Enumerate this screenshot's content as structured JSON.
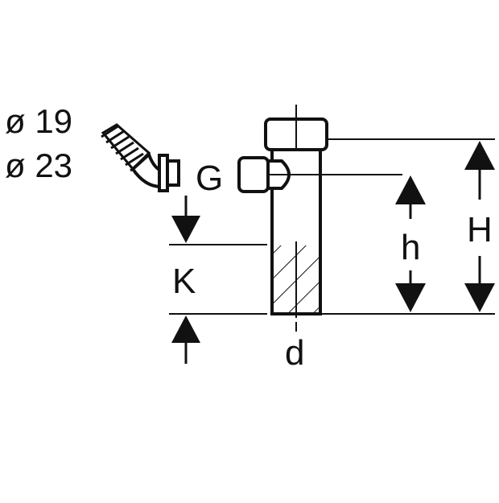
{
  "labels": {
    "dia_small": "ø 19",
    "dia_large": "ø 23",
    "thread": "G",
    "height_small": "h",
    "height_total": "H",
    "offset": "K",
    "diameter": "d"
  },
  "colors": {
    "stroke": "#111111",
    "background": "#ffffff"
  }
}
